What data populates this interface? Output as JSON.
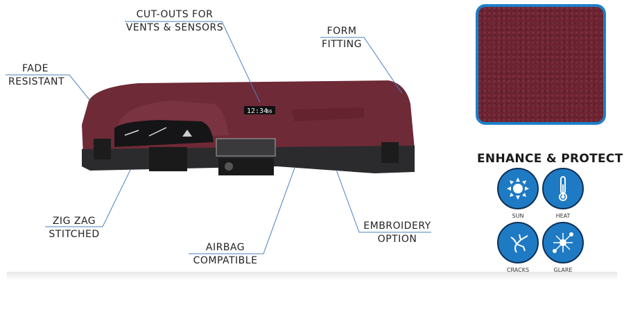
{
  "callouts": {
    "fade": [
      "FADE",
      "RESISTANT"
    ],
    "cutouts": [
      "CUT-OUTS FOR",
      "VENTS & SENSORS"
    ],
    "form": [
      "FORM",
      "FITTING"
    ],
    "zigzag": [
      "ZIG ZAG",
      "STITCHED"
    ],
    "airbag": [
      "AIRBAG",
      "COMPATIBLE"
    ],
    "embroidery": [
      "EMBROIDERY",
      "OPTION"
    ]
  },
  "clock_display": "12:34",
  "clock_seconds": "56",
  "features": {
    "title": "ENHANCE & PROTECT",
    "items": [
      {
        "label": "SUN",
        "icon": "sun-icon"
      },
      {
        "label": "HEAT",
        "icon": "thermometer-icon"
      },
      {
        "label": "CRACKS",
        "icon": "cracks-icon"
      },
      {
        "label": "GLARE",
        "icon": "glare-icon"
      }
    ]
  },
  "colors": {
    "accent": "#1f7ac4",
    "callout_line": "#4a7fbf",
    "carpet": "#6e2231"
  }
}
